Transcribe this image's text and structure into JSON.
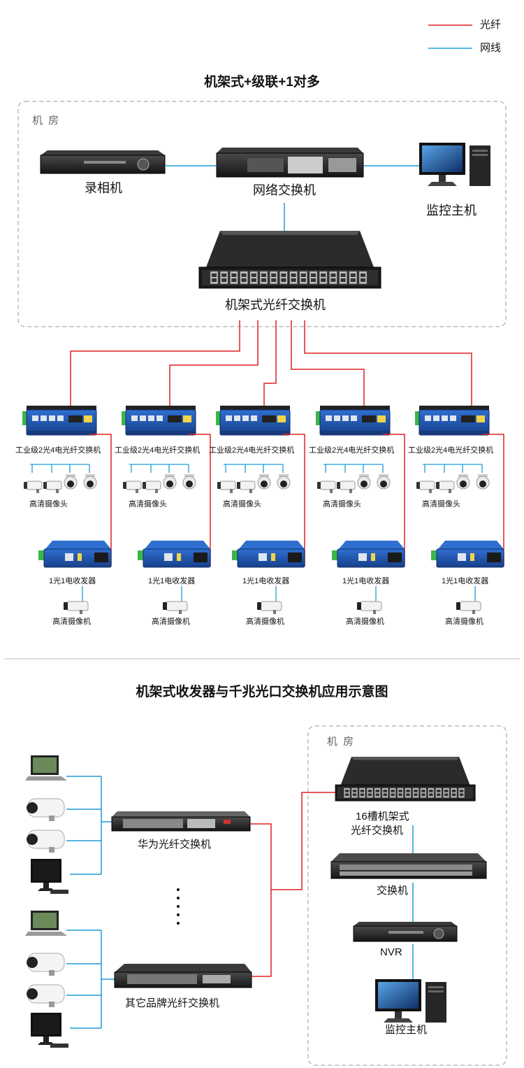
{
  "colors": {
    "fiber": "#e02020",
    "cable": "#1e9bd7",
    "box_border": "#9a9a9a",
    "device_dark": "#262626",
    "device_blue": "#1f4fa8",
    "terminal_green": "#3cb64a"
  },
  "legend": {
    "fiber_label": "光纤",
    "cable_label": "网线"
  },
  "diagram1": {
    "title": "机架式+级联+1对多",
    "room_label": "机 房",
    "nvr_label": "录相机",
    "switch_label": "网络交换机",
    "host_label": "监控主机",
    "rack_label": "机架式光纤交换机",
    "branch_count": 5,
    "industrial_switch_label": "工业级2光4电光纤交换机",
    "cameras_label": "高清摄像头",
    "media_converter_label": "1光1电收发器",
    "camera_label": "高清摄像机"
  },
  "diagram2": {
    "title": "机架式收发器与千兆光口交换机应用示意图",
    "room_label": "机 房",
    "huawei_label": "华为光纤交换机",
    "other_label": "其它品牌光纤交换机",
    "rack_label_line1": "16槽机架式",
    "rack_label_line2": "光纤交换机",
    "switch_label": "交换机",
    "nvr_label": "NVR",
    "host_label": "监控主机",
    "endpoint_groups": [
      {
        "devices": [
          "laptop-icon",
          "bullet-camera-icon",
          "bullet-camera-icon",
          "desktop-monitor-icon"
        ]
      },
      {
        "devices": [
          "laptop-icon",
          "bullet-camera-icon",
          "bullet-camera-icon",
          "desktop-monitor-icon"
        ]
      }
    ]
  }
}
